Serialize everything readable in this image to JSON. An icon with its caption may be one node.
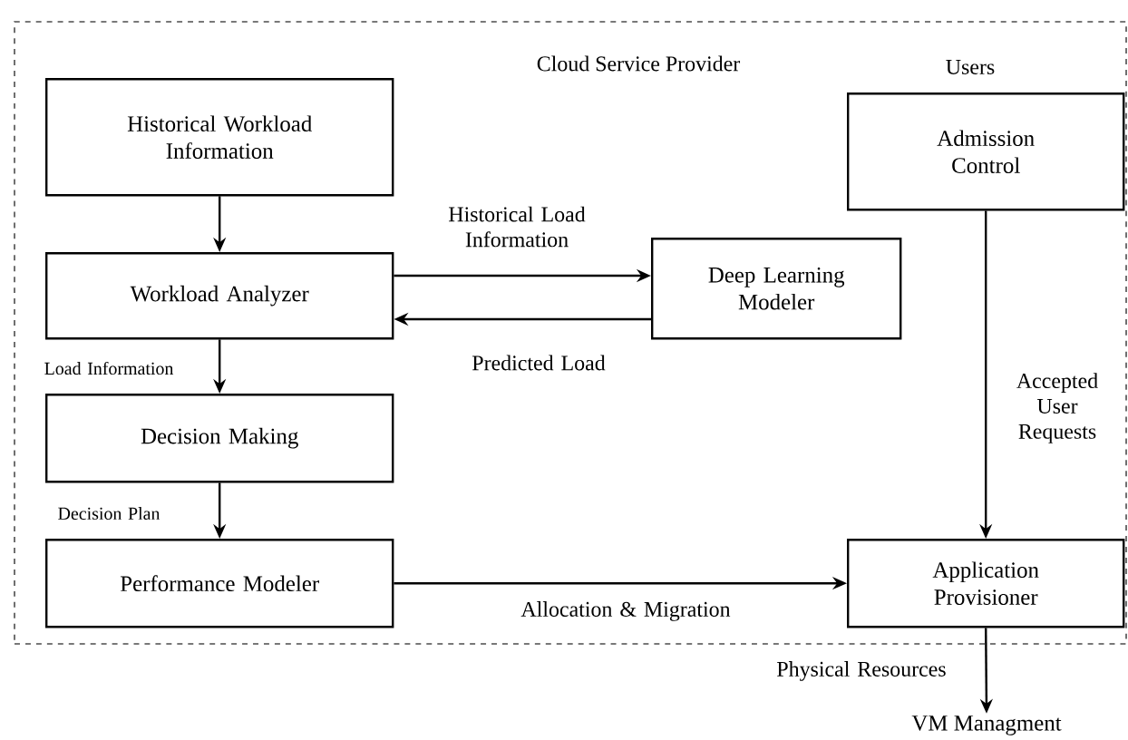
{
  "diagram": {
    "nodes": [
      {
        "text": [
          "Cloud Service Provider"
        ]
      },
      {
        "text": [
          "Historical Workload Information"
        ],
        "in": 0
      },
      {
        "text": [
          "Workload Analyzer"
        ],
        "in": 0
      },
      {
        "text": [
          "Deep Learning Modeler"
        ],
        "in": 0
      },
      {
        "text": [
          "Admission Control"
        ],
        "in": 0,
        "beside": [
          "Users"
        ]
      },
      {
        "text": [
          "Decision Making"
        ],
        "in": 0
      },
      {
        "text": [
          "Performance Modeler"
        ],
        "in": 0
      },
      {
        "text": [
          "Application Provisioner"
        ],
        "in": 0
      },
      {
        "text": [
          "VM Managment"
        ]
      }
    ],
    "edges": [
      {
        "from": 1,
        "to": 2,
        "arrow": "to"
      },
      {
        "from": 2,
        "to": 3,
        "arrow": "to",
        "label": "Historical Load Information"
      },
      {
        "from": 3,
        "to": 2,
        "arrow": "to",
        "label": "Predicted Load"
      },
      {
        "from": 2,
        "to": 5,
        "arrow": "to",
        "label": "Load Information"
      },
      {
        "from": 5,
        "to": 6,
        "arrow": "to",
        "label": "Decision Plan"
      },
      {
        "from": 6,
        "to": 7,
        "arrow": "to",
        "label": "Allocation & Migration"
      },
      {
        "from": 4,
        "to": 7,
        "arrow": "to",
        "label": "Accepted User Requests"
      },
      {
        "from": 7,
        "to": 8,
        "arrow": "to",
        "label": "Physical Resources"
      }
    ]
  }
}
